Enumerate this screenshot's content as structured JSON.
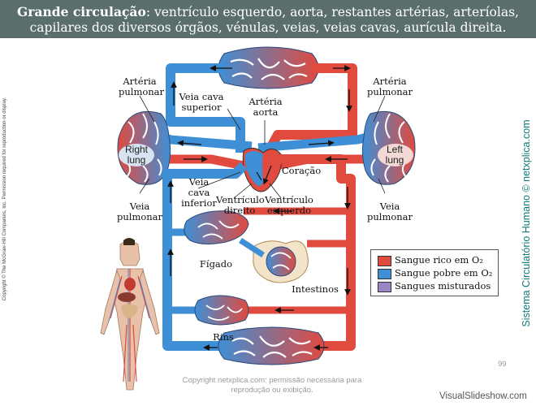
{
  "header": {
    "title_bold": "Grande circulação",
    "title_rest": ": ventrículo esquerdo, aorta, restantes artérias, arteríolas, capilares dos diversos órgãos, vénulas, veias, veias cavas, aurícula direita."
  },
  "labels": {
    "arteria_pulmonar_left": "Artéria pulmonar",
    "arteria_pulmonar_right": "Artéria pulmonar",
    "veia_cava_superior": "Veia cava superior",
    "arteria_aorta": "Artéria aorta",
    "right_lung": "Right lung",
    "left_lung": "Left lung",
    "coracao": "Coração",
    "veia_cava_inferior": "Veia cava inferior",
    "ventriculo_direito": "Ventrículo direito",
    "ventriculo_esquerdo": "Ventrículo esquerdo",
    "veia_pulmonar_left": "Veia pulmonar",
    "veia_pulmonar_right": "Veia pulmonar",
    "figado": "Fígado",
    "intestinos": "Intestinos",
    "rins": "Rins"
  },
  "legend": [
    {
      "label": "Sangue rico em O₂",
      "color": "#e04a3f"
    },
    {
      "label": "Sangue pobre em O₂",
      "color": "#3f8fd6"
    },
    {
      "label": "Sangues misturados",
      "color": "#9a86c4"
    }
  ],
  "side_right": "Sistema Circulatório Humano © netxplica.com",
  "side_left": "Copyright © The McGraw-Hill Companies, Inc. Permission required for reproduction or display.",
  "copyright": "Copyright netxplica.com: permissão necessária para reprodução ou exibição.",
  "page_number": "99",
  "footer_brand": "VisualSlideshow.com",
  "colors": {
    "oxygen_rich": "#e04a3f",
    "oxygen_poor": "#3f8fd6",
    "mixed": "#9a86c4",
    "header_bg": "#5a6f6b"
  }
}
